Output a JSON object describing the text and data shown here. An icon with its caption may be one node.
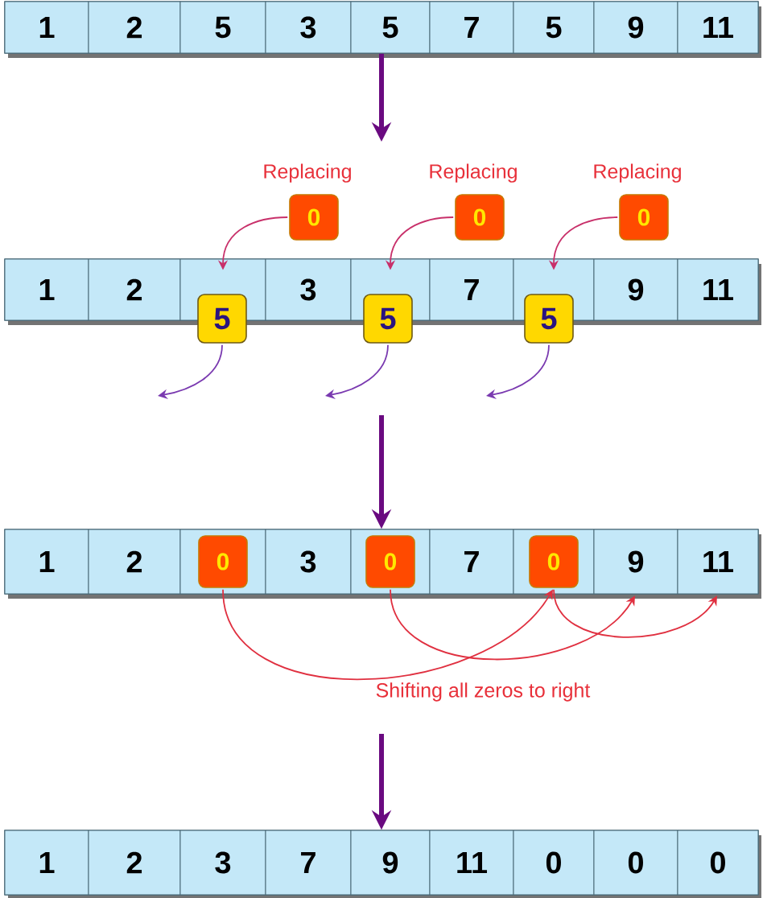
{
  "diagram": {
    "nodes": [
      {
        "text": [],
        "shape": "bar"
      },
      {
        "text": [
          "1"
        ],
        "in": 0
      },
      {
        "text": [
          "2"
        ],
        "in": 0
      },
      {
        "text": [
          "5"
        ],
        "in": 0
      },
      {
        "text": [
          "3"
        ],
        "in": 0
      },
      {
        "text": [
          "5"
        ],
        "in": 0
      },
      {
        "text": [
          "7"
        ],
        "in": 0
      },
      {
        "text": [
          "5"
        ],
        "in": 0
      },
      {
        "text": [
          "9"
        ],
        "in": 0
      },
      {
        "text": [
          "11"
        ],
        "in": 0
      },
      {
        "text": [],
        "shape": "bar"
      },
      {
        "text": [
          "1"
        ],
        "in": 10
      },
      {
        "text": [
          "2"
        ],
        "in": 10
      },
      {
        "text": [],
        "shape": "box",
        "in": 10
      },
      {
        "text": [
          "3"
        ],
        "in": 10
      },
      {
        "text": [],
        "shape": "box",
        "in": 10
      },
      {
        "text": [
          "7"
        ],
        "in": 10
      },
      {
        "text": [],
        "shape": "box",
        "in": 10
      },
      {
        "text": [
          "9"
        ],
        "in": 10
      },
      {
        "text": [
          "11"
        ],
        "in": 10
      },
      {
        "text": [
          "0"
        ],
        "beside": [
          "Replacing"
        ]
      },
      {
        "text": [
          "0"
        ],
        "beside": [
          "Replacing"
        ]
      },
      {
        "text": [
          "0"
        ],
        "beside": [
          "Replacing"
        ]
      },
      {
        "text": [
          "5"
        ]
      },
      {
        "text": [
          "5"
        ]
      },
      {
        "text": [
          "5"
        ]
      },
      {
        "text": [],
        "shape": "bar"
      },
      {
        "text": [
          "1"
        ],
        "in": 26
      },
      {
        "text": [
          "2"
        ],
        "in": 26
      },
      {
        "text": [],
        "shape": "box",
        "in": 26
      },
      {
        "text": [
          "3"
        ],
        "in": 26
      },
      {
        "text": [],
        "shape": "box",
        "in": 26
      },
      {
        "text": [
          "7"
        ],
        "in": 26
      },
      {
        "text": [],
        "shape": "box",
        "in": 26
      },
      {
        "text": [
          "9"
        ],
        "in": 26
      },
      {
        "text": [
          "11"
        ],
        "in": 26
      },
      {
        "text": [
          "0"
        ],
        "in": 29
      },
      {
        "text": [
          "0"
        ],
        "in": 31
      },
      {
        "text": [
          "0"
        ],
        "in": 33
      },
      {
        "text": [],
        "shape": "bar"
      },
      {
        "text": [
          "1"
        ],
        "in": 39
      },
      {
        "text": [
          "2"
        ],
        "in": 39
      },
      {
        "text": [
          "3"
        ],
        "in": 39
      },
      {
        "text": [
          "7"
        ],
        "in": 39
      },
      {
        "text": [
          "9"
        ],
        "in": 39
      },
      {
        "text": [
          "11"
        ],
        "in": 39
      },
      {
        "text": [
          "0"
        ],
        "in": 39
      },
      {
        "text": [
          "0"
        ],
        "in": 39
      },
      {
        "text": [
          "0"
        ],
        "in": 39
      }
    ],
    "edges": [
      {
        "from": 0,
        "to": null,
        "arrow": "to",
        "style": "thick",
        "color": "#6a0a80"
      },
      {
        "from": null,
        "to": 26,
        "arrow": "to",
        "style": "thick",
        "color": "#6a0a80"
      },
      {
        "from": null,
        "to": 39,
        "arrow": "to",
        "style": "thick",
        "color": "#6a0a80"
      },
      {
        "from": 20,
        "to": 13,
        "arrow": "to",
        "color": "#c8306a"
      },
      {
        "from": 21,
        "to": 15,
        "arrow": "to",
        "color": "#c8306a"
      },
      {
        "from": 22,
        "to": 17,
        "arrow": "to",
        "color": "#c8306a"
      },
      {
        "from": 23,
        "to": null,
        "arrow": "to",
        "color": "#7a3ab0"
      },
      {
        "from": 24,
        "to": null,
        "arrow": "to",
        "color": "#7a3ab0"
      },
      {
        "from": 25,
        "to": null,
        "arrow": "to",
        "color": "#7a3ab0"
      },
      {
        "from": 36,
        "to": 38,
        "arrow": "to",
        "color": "#e03040"
      },
      {
        "from": 37,
        "to": 34,
        "arrow": "to",
        "color": "#e03040"
      },
      {
        "from": 38,
        "to": 35,
        "arrow": "to",
        "color": "#e03040"
      }
    ],
    "labels": [
      "Shifting all zeros to right"
    ]
  }
}
